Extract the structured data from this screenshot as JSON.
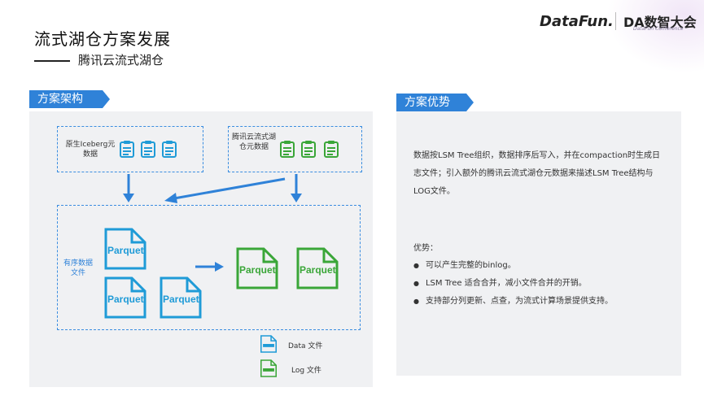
{
  "header": {
    "title": "流式湖仓方案发展",
    "subtitle": "腾讯云流式湖仓"
  },
  "logos": {
    "datafun": "DataFun.",
    "da_brand": "DA数智大会",
    "da_sub": "DataFun Conference"
  },
  "left_panel": {
    "tab_label": "方案架构",
    "box1_label": "原生Iceberg元数据",
    "box2_label": "腾讯云流式湖仓元数据",
    "files_label": "有序数据文件",
    "parquet_text": "Parquet",
    "legend": {
      "data_label": "Data 文件",
      "log_label": "Log 文件"
    }
  },
  "right_panel": {
    "tab_label": "方案优势",
    "description": "数据按LSM Tree组织，数据排序后写入，并在compaction时生成日志文件；引入额外的腾讯云流式湖仓元数据来描述LSM Tree结构与LOG文件。",
    "advantages_heading": "优势：",
    "advantages": [
      "可以产生完整的binlog。",
      "LSM Tree 适合合并，减小文件合并的开销。",
      "支持部分列更新、点查，为流式计算场景提供支持。"
    ]
  },
  "colors": {
    "blue": "#2f82d8",
    "teal": "#1f9bd7",
    "green": "#3aa638"
  }
}
